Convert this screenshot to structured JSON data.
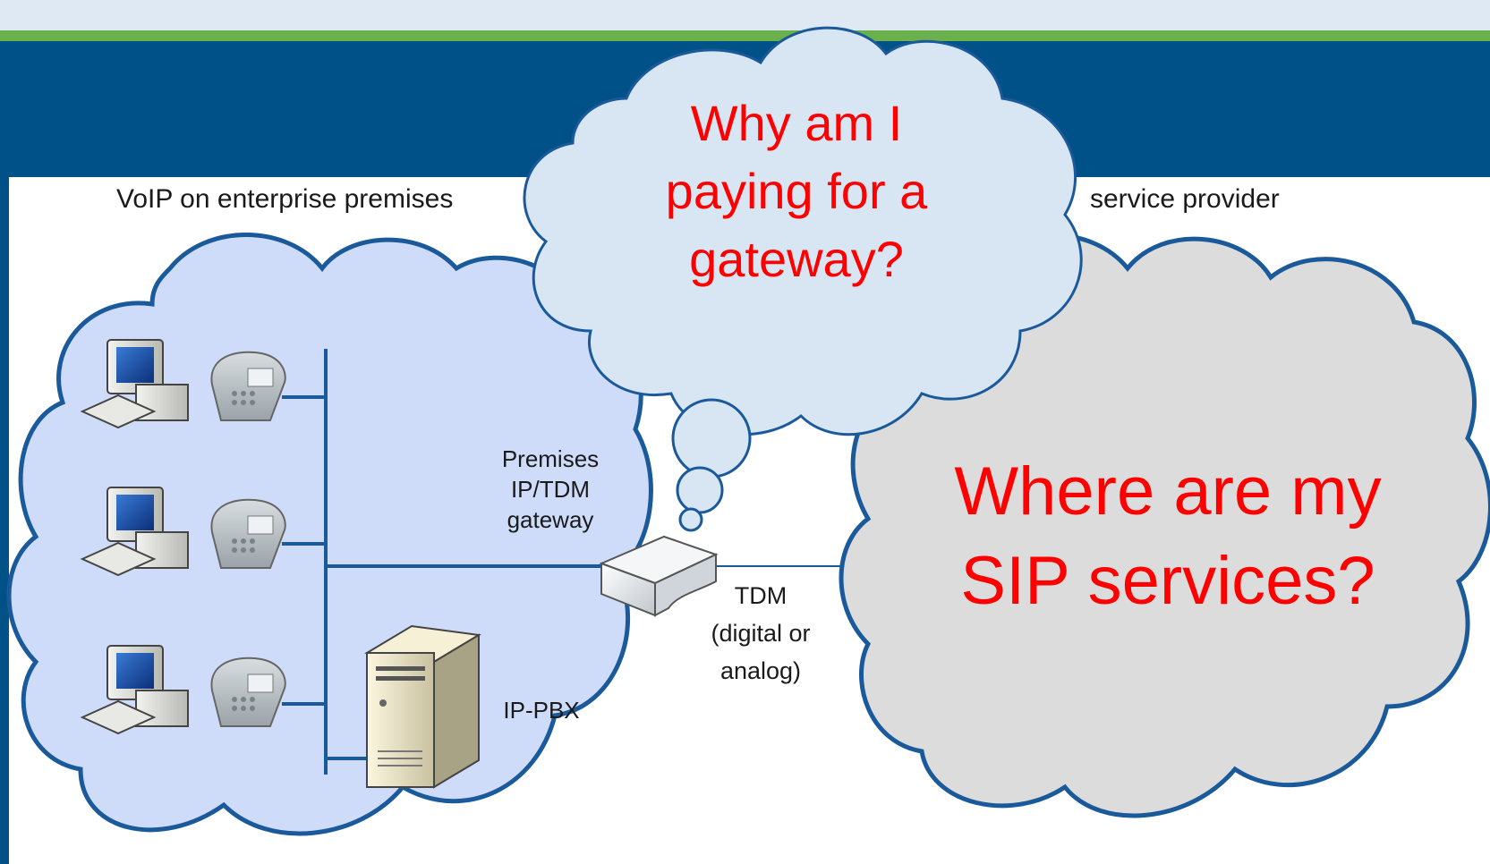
{
  "slide": {
    "colors": {
      "header_band": "#015189",
      "top_strip": "#dfe9f4",
      "green_rule": "#6ab04c",
      "left_cloud_fill": "#cfdcf9",
      "left_cloud_stroke": "#1a5a9a",
      "right_cloud_fill": "#dcdcdc",
      "thought_fill": "#d8e6f4",
      "network_line": "#1a5a9a",
      "callout_text": "#ff0000"
    }
  },
  "diagram": {
    "left_header": "VoIP on enterprise premises",
    "right_header": "service provider",
    "gateway_label": [
      "Premises",
      "IP/TDM",
      "gateway"
    ],
    "pbx_label": "IP-PBX",
    "tdm_label": [
      "TDM",
      "(digital or",
      "analog)"
    ],
    "icons": [
      "computer-icon",
      "phone-icon",
      "gateway-device-icon",
      "server-icon"
    ]
  },
  "callouts": {
    "thought": [
      "Why am I",
      "paying for a",
      "gateway?"
    ],
    "provider": [
      "Where are my",
      "SIP services?"
    ]
  }
}
